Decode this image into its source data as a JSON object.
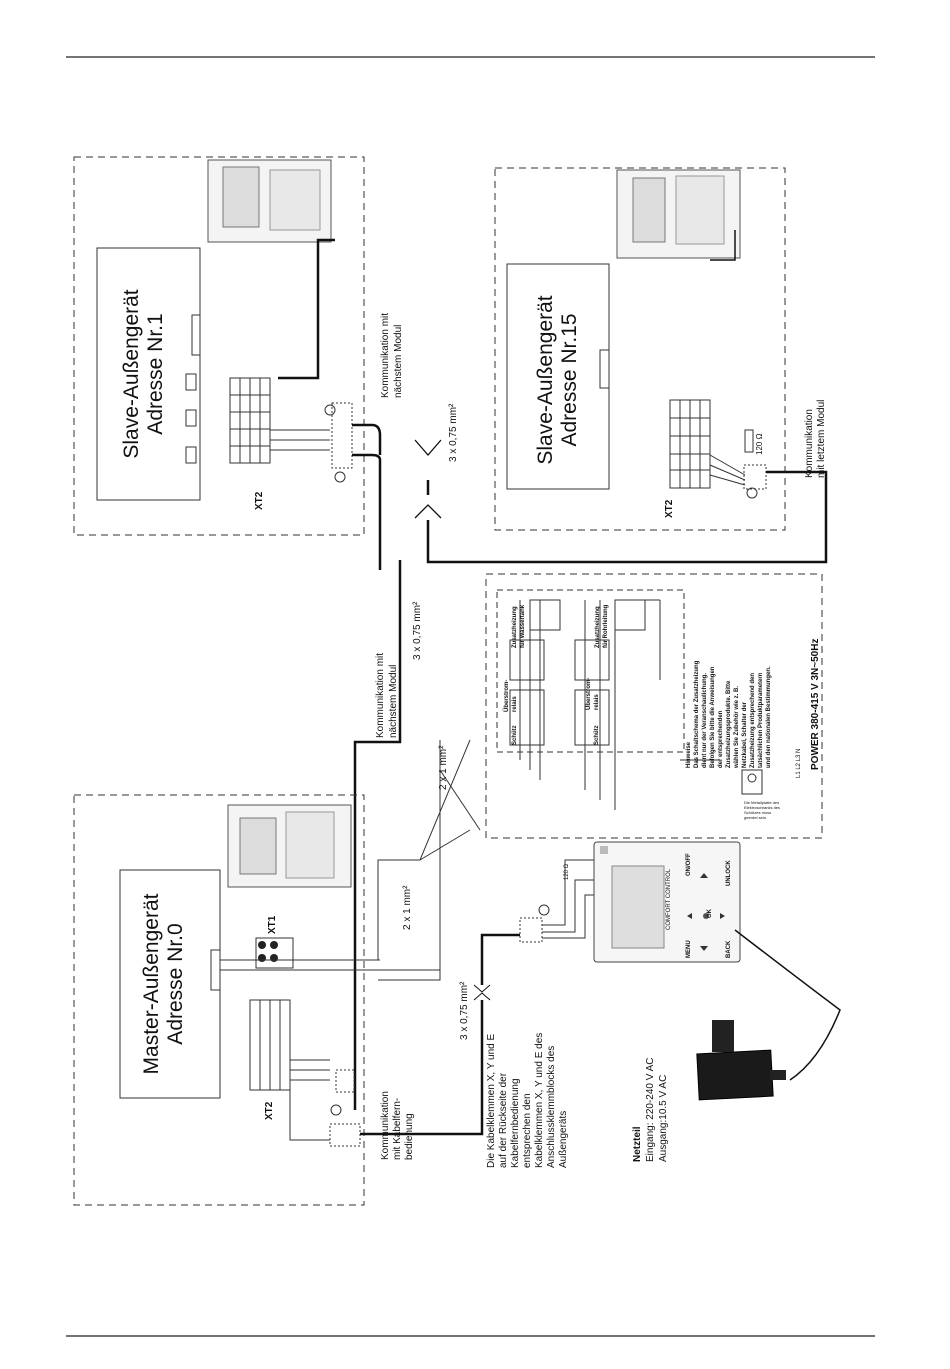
{
  "slave1": {
    "title": "Slave-Außengerät",
    "address": "Adresse Nr.1",
    "terminal": "XT2",
    "comm_label_1": "Kommunikation mit",
    "comm_label_2": "nächstem Modul"
  },
  "slave15": {
    "title": "Slave-Außengerät",
    "address": "Adresse Nr.15",
    "terminal": "XT2",
    "comm_label_1": "Kommunikation",
    "comm_label_2": "mit letztem Modul",
    "resistor": "120 Ω"
  },
  "master": {
    "title": "Master-Außengerät",
    "address": "Adresse Nr.0",
    "terminal_xt1": "XT1",
    "terminal_xt2": "XT2",
    "comm_label_1": "Kommunikation",
    "comm_label_2": "mit Kabelfern-",
    "comm_label_3": "bedienung"
  },
  "cables": {
    "c1": "3 x 0,75 mm²",
    "c2": "3 x 0,75 mm²",
    "c3": "3 x 0,75 mm²",
    "c4": "2 x 1 mm²",
    "c5": "2 x 1 mm²",
    "mid_comm_1": "Kommunikation mit",
    "mid_comm_2": "nächstem Modul"
  },
  "heater": {
    "title_water": "Zusatzheizung",
    "title_water_2": "für Wassertank",
    "title_pipe": "Zusatzheizung",
    "title_pipe_2": "für Rohrleitung",
    "relay_1": "Überstrom-",
    "relay_2": "relais",
    "contactor": "Schütz",
    "phases": "L1 L2 L3 N",
    "power": "POWER 380-415 V 3N~50Hz",
    "note_title": "Hinweise",
    "note_lines": [
      "Das Schaltschema der Zusatzheizung",
      "dient nur der Veranschaulichung.",
      "Befolgen Sie bitte die Anweisungen",
      "der entsprechenden",
      "Zusatzheizungsprodukte. Bitte",
      "wählen Sie Zubehör wie z. B.",
      "Netzkabel, Schalter der",
      "Zusatzheizung entsprechend den",
      "tatsächlichen Produktparametern",
      "und den nationalen Bestimmungen."
    ],
    "ground_note": "Die Metallplatte des Elektroschranks des Schützes muss geerdet sein."
  },
  "terminal_note": [
    "Die Kabelklemmen X, Y und E",
    "auf der Rückseite der",
    "Kabelfernbedienung",
    "entsprechen den",
    "Kabelklemmen X, Y und E des",
    "Anschlussklemmblocks des",
    "Außengeräts"
  ],
  "power_supply": {
    "title": "Netzteil",
    "input": "Eingang: 220-240 V AC",
    "output": "Ausgang:10.5 V AC"
  },
  "controller": {
    "menu": "MENU",
    "back": "BACK",
    "ok": "OK",
    "onoff": "ON/OFF",
    "unlock": "UNLOCK",
    "brand": "COMFORT CONTROL",
    "res": "120 Ω"
  }
}
